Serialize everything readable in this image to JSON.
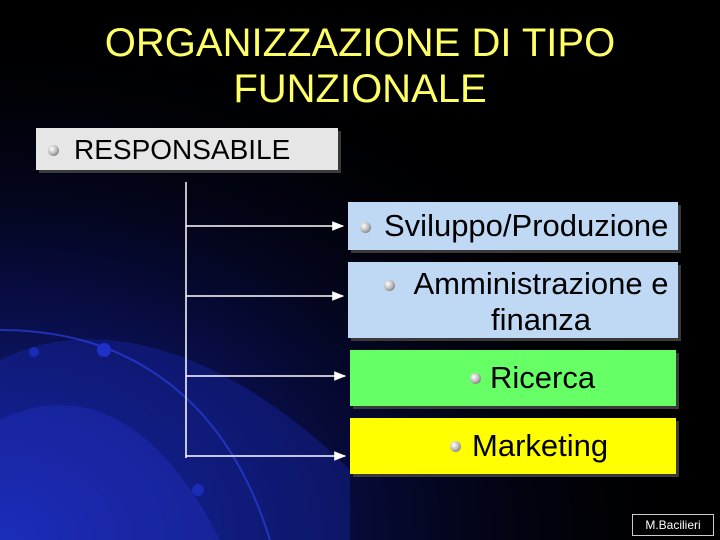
{
  "title": "ORGANIZZAZIONE DI TIPO FUNZIONALE",
  "responsabile": {
    "label": "RESPONSABILE"
  },
  "functions": [
    {
      "label": "Sviluppo/Produzione",
      "color": "#BFD9F5"
    },
    {
      "label": "Amministrazione e finanza",
      "color": "#BFD9F5"
    },
    {
      "label": "Ricerca",
      "color": "#66FF66"
    },
    {
      "label": "Marketing",
      "color": "#FFFF00"
    }
  ],
  "author": "M.Bacilieri",
  "colors": {
    "background": "#000000",
    "title": "#FFFF66",
    "accent": "#1a2bb8",
    "connector": "#ffffff"
  }
}
